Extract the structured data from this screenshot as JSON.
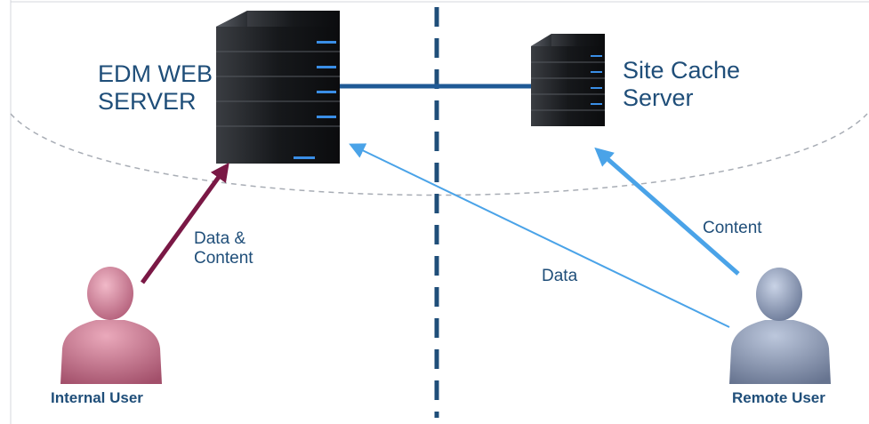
{
  "labels": {
    "web_server_line1": "EDM WEB",
    "web_server_line2": "SERVER",
    "cache_server_line1": "Site Cache",
    "cache_server_line2": "Server",
    "data_content_line1": "Data &",
    "data_content_line2": "Content",
    "data": "Data",
    "content": "Content",
    "internal_user": "Internal User",
    "remote_user": "Remote User"
  },
  "icons": {
    "web_server": "server-tower-icon",
    "cache_server": "server-tower-icon",
    "internal_user": "user-silhouette-icon",
    "remote_user": "user-silhouette-icon"
  },
  "colors": {
    "label_text": "#1f4e79",
    "divider": "#1f4e79",
    "server_link": "#1f5a96",
    "internal_arrow": "#7a1845",
    "remote_arrow": "#4aa3e8",
    "internal_user": "#c97b93",
    "remote_user": "#8e9cba",
    "boundary_dash": "#a8adb5"
  }
}
